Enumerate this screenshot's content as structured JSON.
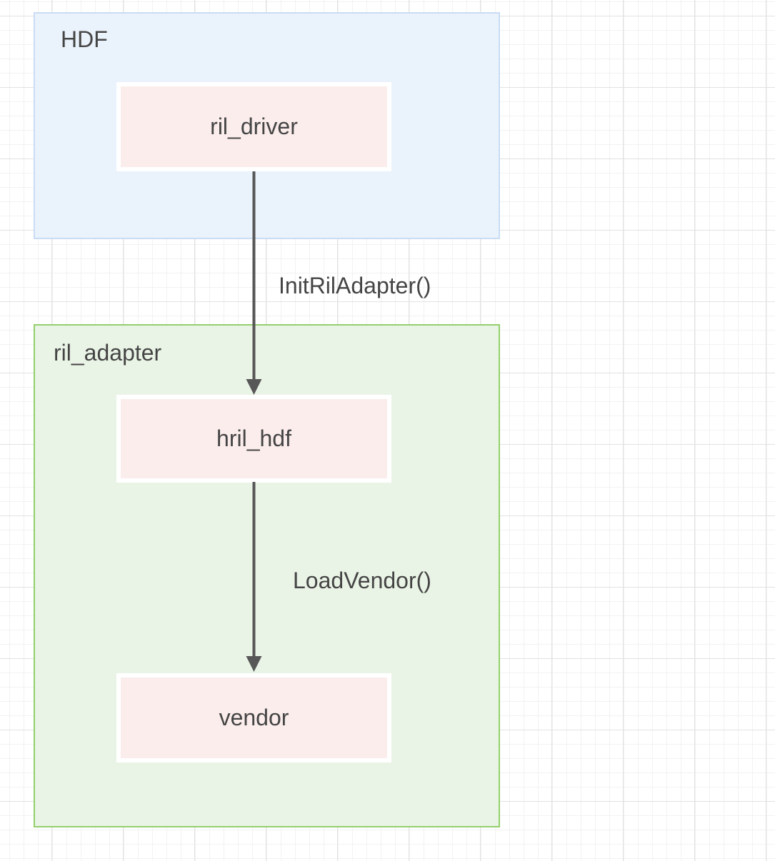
{
  "diagram": {
    "type": "flow",
    "containers": [
      {
        "id": "hdf",
        "label": "HDF"
      },
      {
        "id": "ril_adapter",
        "label": "ril_adapter"
      }
    ],
    "nodes": [
      {
        "id": "ril_driver",
        "label": "ril_driver",
        "parent": "hdf"
      },
      {
        "id": "hril_hdf",
        "label": "hril_hdf",
        "parent": "ril_adapter"
      },
      {
        "id": "vendor",
        "label": "vendor",
        "parent": "ril_adapter"
      }
    ],
    "edges": [
      {
        "from": "ril_driver",
        "to": "hril_hdf",
        "label": "InitRilAdapter()"
      },
      {
        "from": "hril_hdf",
        "to": "vendor",
        "label": "LoadVendor()"
      }
    ]
  },
  "colors": {
    "container_blue_fill": "#eaf2fc",
    "container_blue_border": "#c9ddf4",
    "container_green_fill": "#eaf4e6",
    "container_green_border": "#93cf6b",
    "node_fill": "#fbedec",
    "node_border": "#ffffff",
    "arrow": "#575757",
    "text": "#454545",
    "grid_minor": "#f2f2f2",
    "grid_major": "#e2e2e2",
    "background": "#ffffff"
  }
}
